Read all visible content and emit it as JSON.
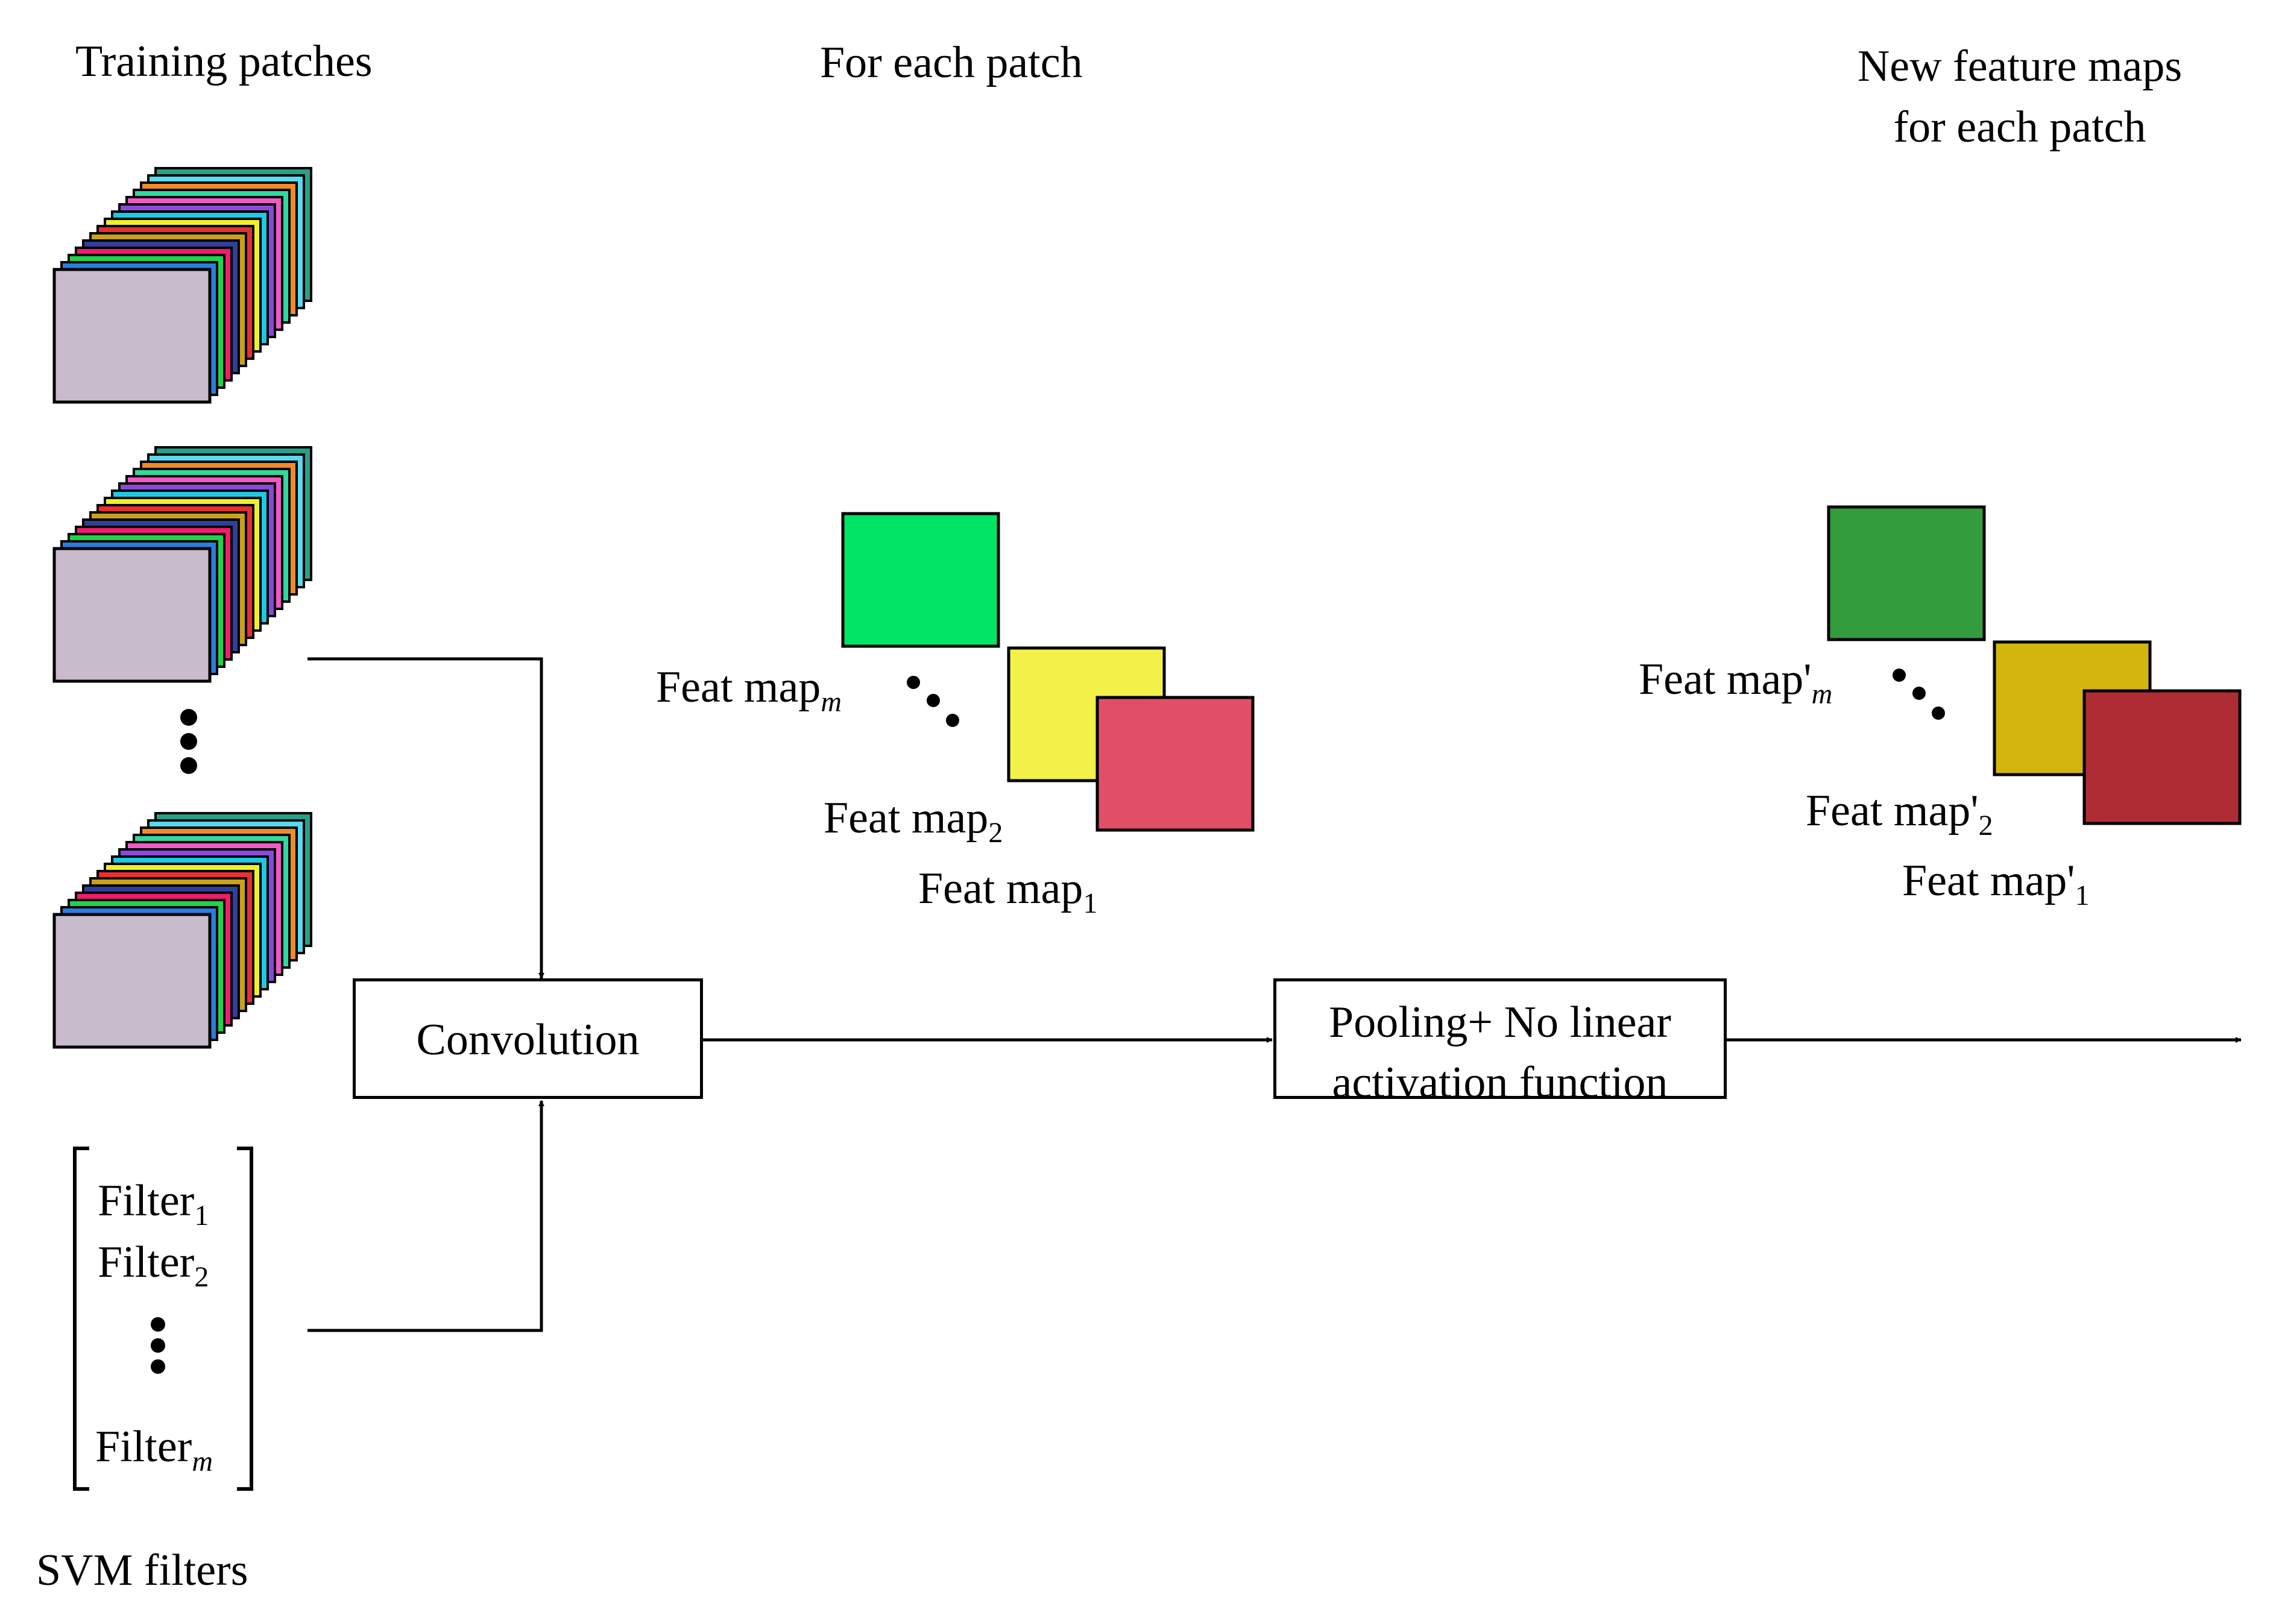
{
  "headers": {
    "training_patches": "Training patches",
    "for_each_patch": "For each patch",
    "new_maps_line1": "New feature maps",
    "new_maps_line2": "for each patch"
  },
  "feature_maps": {
    "base": "Feat map",
    "sub_1": "1",
    "sub_2": "2",
    "sub_m": "m",
    "base_prime": "Feat map'",
    "colors": [
      "#e04e68",
      "#f3f04a",
      "#00e564"
    ],
    "colors_prime": [
      "#b02c34",
      "#d2b60e",
      "#339c3d"
    ]
  },
  "filters": {
    "item1": "Filter",
    "sub1": "1",
    "item2": "Filter",
    "sub2": "2",
    "itemm": "Filter",
    "subm": "m",
    "caption": "SVM filters"
  },
  "boxes": {
    "convolution": "Convolution",
    "pooling_line1": "Pooling+ No linear",
    "pooling_line2": "activation function"
  },
  "colors": {
    "patch_front": "#c8bbcc",
    "patch_layers": [
      "#2a7de0",
      "#1fd34a",
      "#f01c6c",
      "#2f3f9c",
      "#c9a21a",
      "#e83030",
      "#f0f02a",
      "#20c8e0",
      "#8a4ad8",
      "#f05ac8",
      "#30d9a0",
      "#f08a2a",
      "#5ad8f0",
      "#28a088"
    ]
  }
}
